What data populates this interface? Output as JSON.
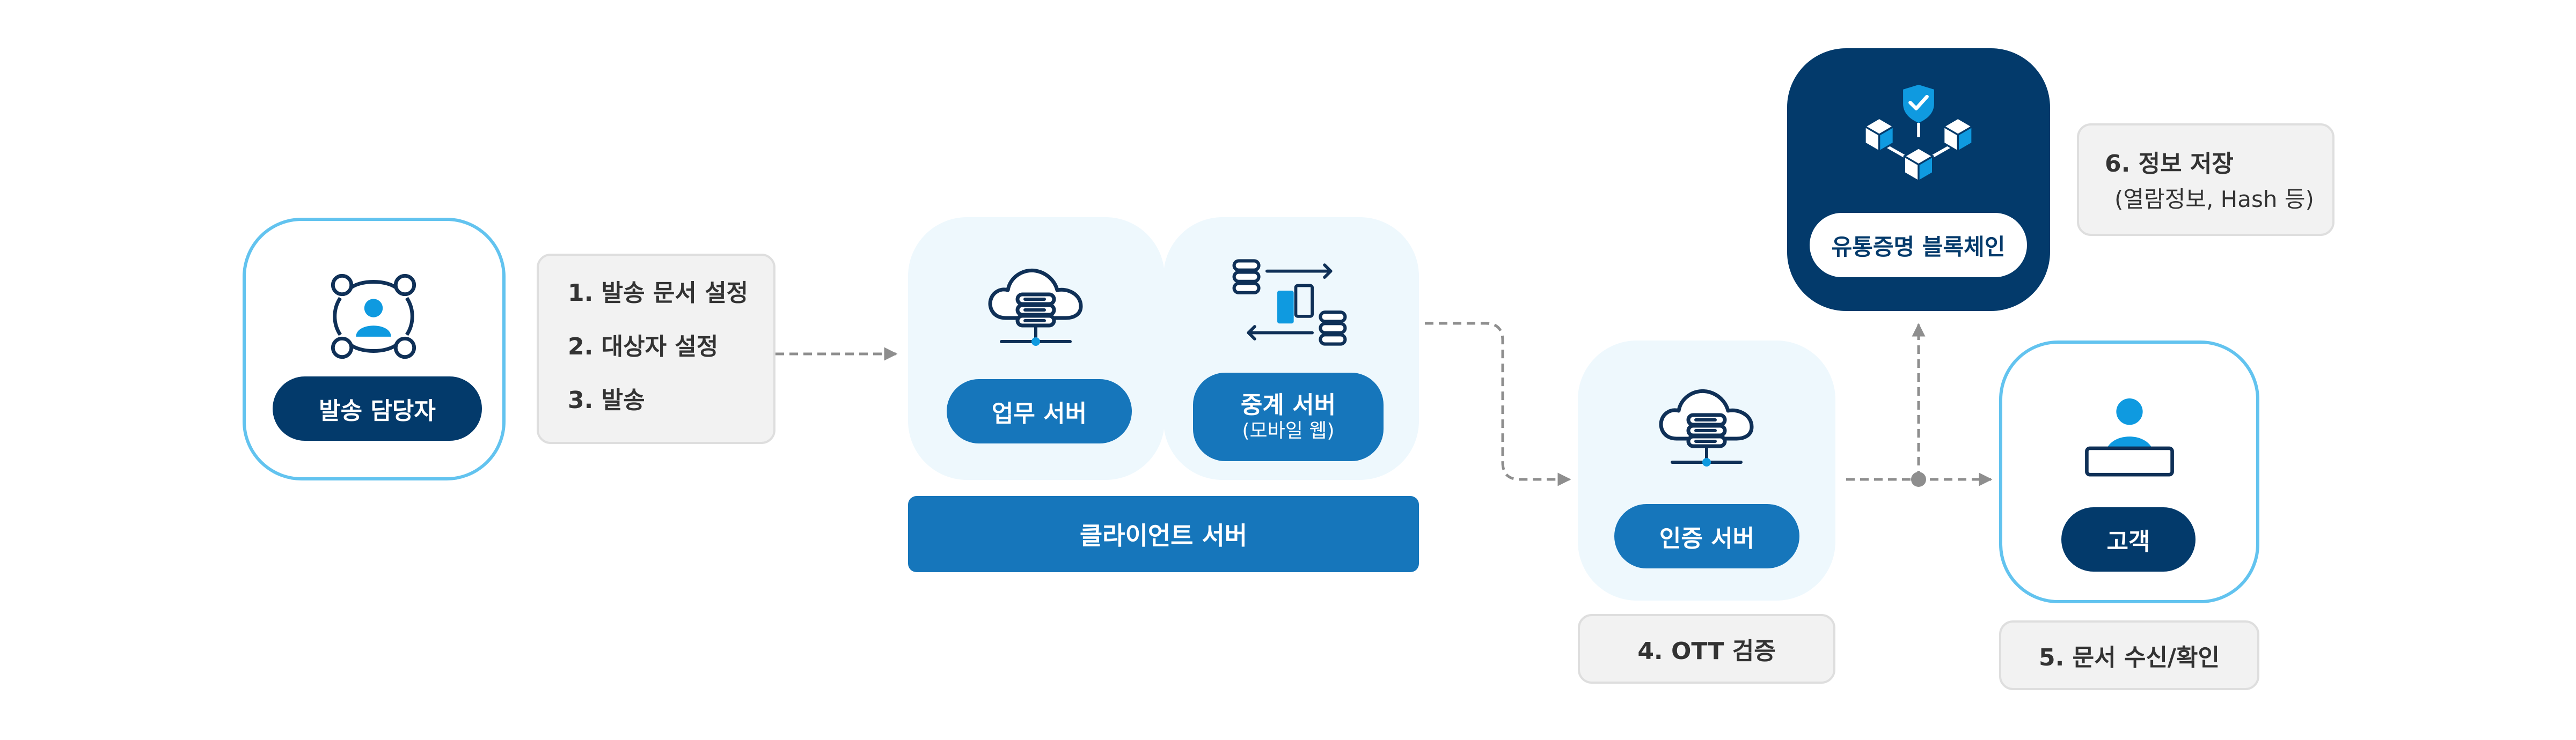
{
  "nodes": {
    "sender": {
      "label": "발송 담당자"
    },
    "work_server": {
      "label": "업무 서버"
    },
    "relay_server": {
      "label": "중계 서버",
      "sublabel": "(모바일 웹)"
    },
    "client_server": {
      "label": "클라이언트 서버"
    },
    "auth_server": {
      "label": "인증 서버"
    },
    "blockchain": {
      "label": "유통증명 블록체인"
    },
    "customer": {
      "label": "고객"
    }
  },
  "notes": {
    "sender_steps": [
      "1. 발송 문서 설정",
      "2. 대상자 설정",
      "3. 발송"
    ],
    "ott": "4. OTT 검증",
    "receive": "5. 문서 수신/확인",
    "store_title": "6. 정보 저장",
    "store_detail": "(열람정보, Hash 등)"
  },
  "colors": {
    "dark_navy": "#033a6b",
    "primary_blue": "#1676bb",
    "light_outline": "#62c3ef",
    "tint_bg": "#eef8fd",
    "note_bg": "#f2f2f2",
    "arrow_grey": "#8e8e8e"
  }
}
